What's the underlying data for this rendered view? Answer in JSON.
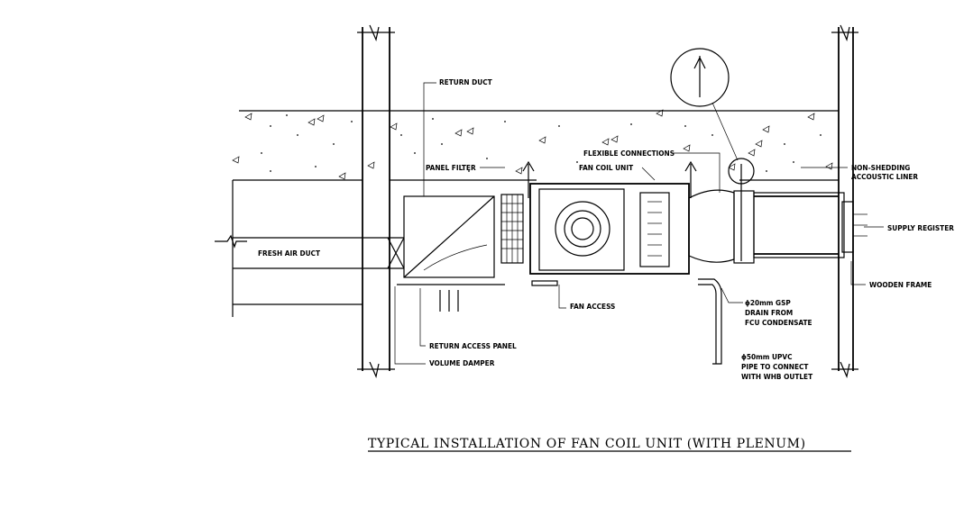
{
  "labels": {
    "return_duct": "RETURN DUCT",
    "panel_filter": "PANEL FILTER",
    "flexible_connections": "FLEXIBLE CONNECTIONS",
    "fan_coil_unit": "FAN COIL UNIT",
    "non_shedding_1": "NON-SHEDDING",
    "non_shedding_2": "ACCOUSTIC LINER",
    "supply_register": "SUPPLY REGISTER",
    "fresh_air_duct": "FRESH AIR DUCT",
    "wooden_frame": "WOODEN FRAME",
    "fan_access": "FAN ACCESS",
    "drain_1": "ϕ20mm GSP",
    "drain_2": "DRAIN FROM",
    "drain_3": "FCU CONDENSATE",
    "return_access_panel": "RETURN ACCESS PANEL",
    "volume_damper": "VOLUME DAMPER",
    "pipe_1": "ϕ50mm UPVC",
    "pipe_2": "PIPE TO CONNECT",
    "pipe_3": "WITH WHB OUTLET"
  },
  "caption": "TYPICAL INSTALLATION OF FAN COIL UNIT (WITH PLENUM)"
}
